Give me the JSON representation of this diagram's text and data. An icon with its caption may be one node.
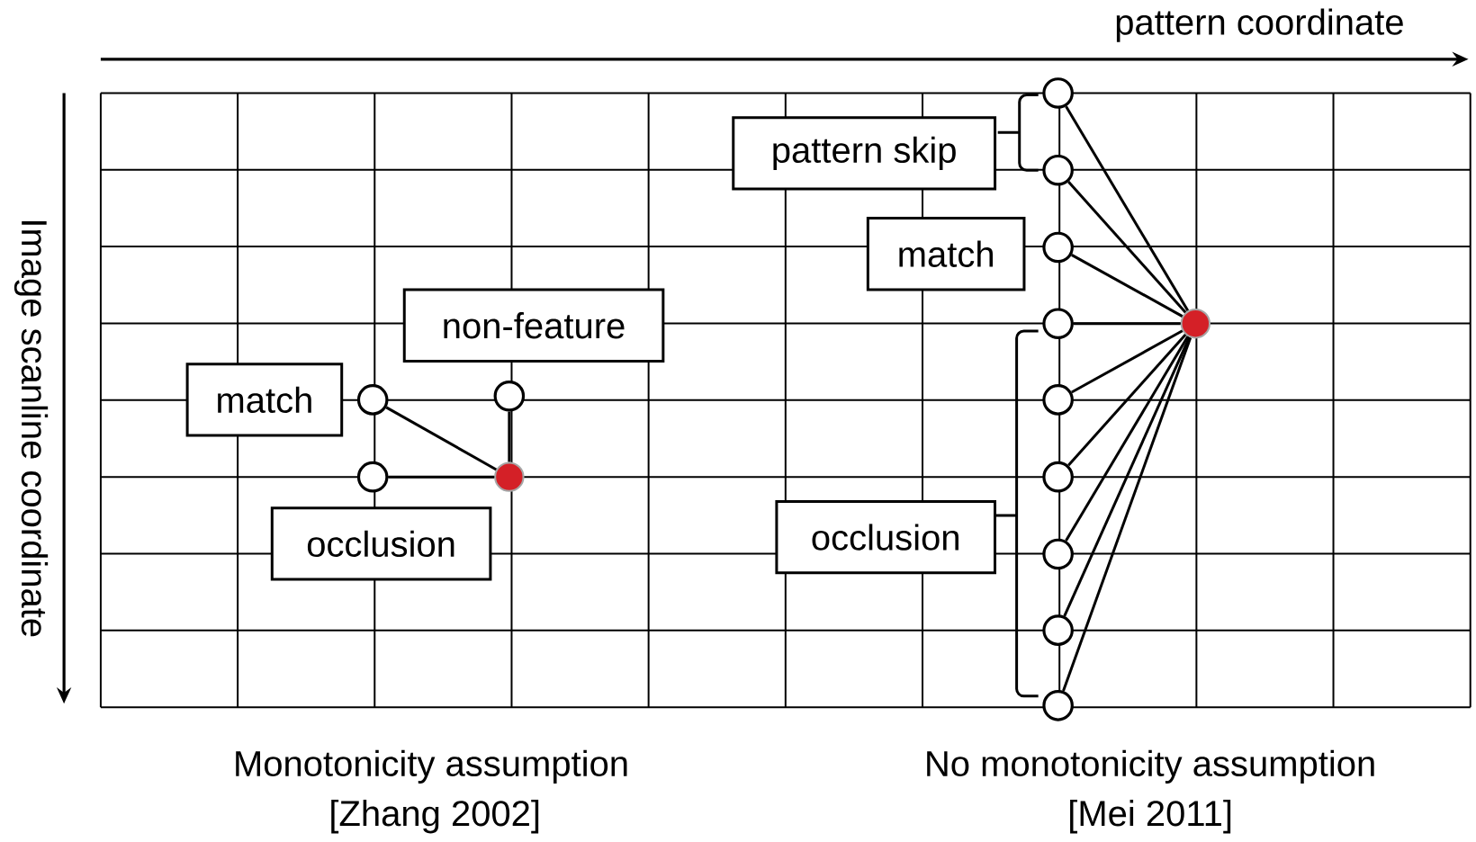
{
  "diagram": {
    "nodes": [
      {
        "text": [
          "match"
        ]
      },
      {
        "text": [
          "occlusion"
        ]
      },
      {
        "text": [
          "non-feature"
        ]
      },
      {
        "text": [],
        "shape": "circle"
      },
      {
        "text": [],
        "shape": "circle"
      },
      {
        "text": [],
        "shape": "circle"
      },
      {
        "text": [],
        "shape": "circle"
      },
      {
        "text": [
          "pattern skip"
        ]
      },
      {
        "text": [
          "match"
        ]
      },
      {
        "text": [
          "occlusion"
        ]
      },
      {
        "text": [],
        "shape": "circle"
      },
      {
        "text": [],
        "shape": "circle"
      },
      {
        "text": [],
        "shape": "circle"
      },
      {
        "text": [],
        "shape": "circle"
      },
      {
        "text": [],
        "shape": "circle"
      },
      {
        "text": [],
        "shape": "circle"
      },
      {
        "text": [],
        "shape": "circle"
      },
      {
        "text": [],
        "shape": "circle"
      },
      {
        "text": [],
        "shape": "circle"
      },
      {
        "text": [],
        "shape": "circle"
      }
    ],
    "edges": [
      {
        "from": 3,
        "to": 6,
        "arrow": "none"
      },
      {
        "from": 4,
        "to": 6,
        "arrow": "none"
      },
      {
        "from": 5,
        "to": 6,
        "arrow": "none"
      },
      {
        "from": 10,
        "to": 19,
        "arrow": "none"
      },
      {
        "from": 11,
        "to": 19,
        "arrow": "none"
      },
      {
        "from": 12,
        "to": 19,
        "arrow": "none"
      },
      {
        "from": 13,
        "to": 19,
        "arrow": "none"
      },
      {
        "from": 14,
        "to": 19,
        "arrow": "none"
      },
      {
        "from": 15,
        "to": 19,
        "arrow": "none"
      },
      {
        "from": 16,
        "to": 19,
        "arrow": "none"
      },
      {
        "from": 17,
        "to": 19,
        "arrow": "none"
      },
      {
        "from": 18,
        "to": 19,
        "arrow": "none"
      }
    ],
    "labels": [
      "pattern coordinate",
      "Image scanline coordinate",
      "Monotonicity assumption",
      "[Zhang 2002]",
      "No monotonicity assumption",
      "[Mei 2011]"
    ]
  }
}
